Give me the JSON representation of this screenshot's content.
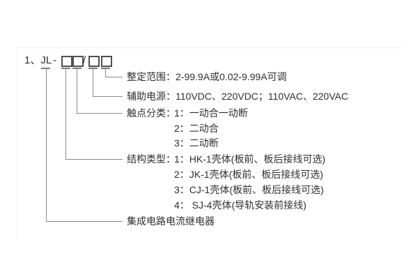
{
  "model_code": {
    "prefix": "1、JL",
    "dash": "-",
    "slash": "/"
  },
  "branches": {
    "setting_range": {
      "label": "整定范围：2-99.9A或0.02-9.99A可调"
    },
    "aux_power": {
      "label": "辅助电源：110VDC、220VDC；110VAC、220VAC"
    },
    "contact_type": {
      "label": "触点分类：",
      "items": [
        "1：一动合一动断",
        "2：二动合",
        "3：二动断"
      ]
    },
    "structure_type": {
      "label": "结构类型：",
      "items": [
        "1：HK-1壳体(板前、板后接线可选)",
        "2：JK-1壳体(板前、板后接线可选)",
        "3：CJ-1壳体(板前、板后接线可选)",
        "4： SJ-4壳体(导轨安装前接线)"
      ]
    },
    "product_name": {
      "label": "集成电路电流继电器"
    }
  },
  "colors": {
    "text": "#2e2e2e",
    "line": "#8a8a8a",
    "box_border": "#4f4f4f"
  }
}
